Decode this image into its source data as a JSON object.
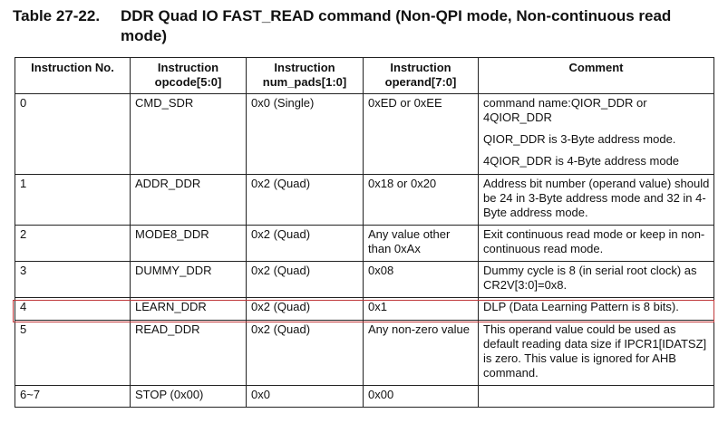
{
  "title": {
    "number": "Table 27-22.",
    "text_line1": "DDR Quad IO FAST_READ command (Non-QPI mode, Non-continuous read",
    "text_line2": "mode)"
  },
  "table": {
    "headers": [
      [
        "Instruction No."
      ],
      [
        "Instruction",
        "opcode[5:0]"
      ],
      [
        "Instruction",
        "num_pads[1:0]"
      ],
      [
        "Instruction",
        "operand[7:0]"
      ],
      [
        "Comment"
      ]
    ],
    "rows": [
      {
        "no": "0",
        "opcode": "CMD_SDR",
        "num_pads": "0x0 (Single)",
        "operand": "0xED or 0xEE",
        "comment": [
          "command name:QIOR_DDR or 4QIOR_DDR",
          "QIOR_DDR is 3-Byte address mode.",
          "4QIOR_DDR is 4-Byte address mode"
        ]
      },
      {
        "no": "1",
        "opcode": "ADDR_DDR",
        "num_pads": "0x2 (Quad)",
        "operand": "0x18 or 0x20",
        "comment": [
          "Address bit number (operand value) should be 24 in 3-Byte address mode and 32 in 4-Byte address mode."
        ]
      },
      {
        "no": "2",
        "opcode": "MODE8_DDR",
        "num_pads": "0x2 (Quad)",
        "operand": "Any value other than 0xAx",
        "comment": [
          "Exit continuous read mode or keep in non-continuous read mode."
        ]
      },
      {
        "no": "3",
        "opcode": "DUMMY_DDR",
        "num_pads": "0x2 (Quad)",
        "operand": "0x08",
        "comment": [
          "Dummy cycle is 8 (in serial root clock) as CR2V[3:0]=0x8."
        ]
      },
      {
        "no": "4",
        "opcode": "LEARN_DDR",
        "num_pads": "0x2 (Quad)",
        "operand": "0x1",
        "comment": [
          "DLP (Data Learning Pattern is 8 bits)."
        ]
      },
      {
        "no": "5",
        "opcode": "READ_DDR",
        "num_pads": "0x2 (Quad)",
        "operand": "Any non-zero value",
        "comment": [
          "This operand value could be used as default reading data size if IPCR1[IDATSZ] is zero. This value is ignored for AHB command."
        ]
      },
      {
        "no": "6~7",
        "opcode": "STOP (0x00)",
        "num_pads": "0x0",
        "operand": "0x00",
        "comment": [
          ""
        ]
      }
    ],
    "highlight_row_index": 4,
    "highlight_color": "#c0393b"
  }
}
